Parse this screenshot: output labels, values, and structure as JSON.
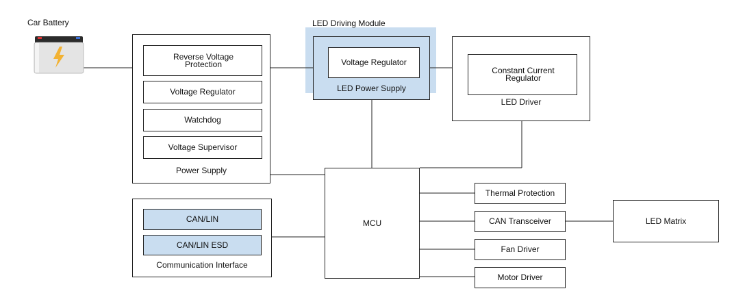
{
  "diagram": {
    "battery_label": "Car Battery",
    "colors": {
      "fill": "#c9ddf0",
      "stroke": "#222222",
      "battery_body": "#e4e4e4",
      "battery_top": "#2b2b2b",
      "bolt": "#f2b233"
    },
    "icons": [
      "battery-icon",
      "lightning-bolt-icon"
    ],
    "power_supply": {
      "caption": "Power Supply",
      "blocks": [
        "Reverse Voltage Protection",
        "Voltage Regulator",
        "Watchdog",
        "Voltage Supervisor"
      ]
    },
    "led_driving_module": {
      "title": "LED Driving Module",
      "inner_block": "Voltage Regulator",
      "caption": "LED Power Supply"
    },
    "led_driver": {
      "inner_block": "Constant Current Regulator",
      "caption": "LED Driver"
    },
    "mcu": "MCU",
    "comm_interface": {
      "caption": "Communication Interface",
      "blocks": [
        "CAN/LIN",
        "CAN/LIN ESD"
      ]
    },
    "peripherals": [
      "Thermal Protection",
      "CAN Transceiver",
      "Fan Driver",
      "Motor Driver"
    ],
    "led_matrix": "LED Matrix"
  }
}
